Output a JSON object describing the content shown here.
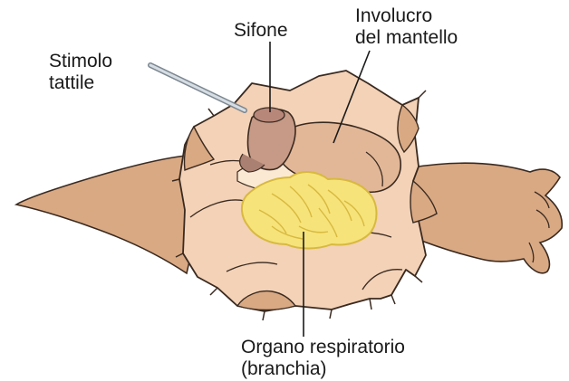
{
  "labels": {
    "stimolo": [
      "Stimolo",
      "tattile"
    ],
    "sifone": "Sifone",
    "involucro": [
      "Involucro",
      "del mantello"
    ],
    "organo": [
      "Organo respiratorio",
      "(branchia)"
    ]
  },
  "colors": {
    "body_outer": "#f3d2b7",
    "body_outline": "#3a2a20",
    "sand_lobes": "#d9a983",
    "siphon": "#c69a86",
    "mantle_tube": "#e2b797",
    "gill": "#f6e37a",
    "gill_outline": "#d8b93f",
    "probe": "#d6dde3"
  }
}
